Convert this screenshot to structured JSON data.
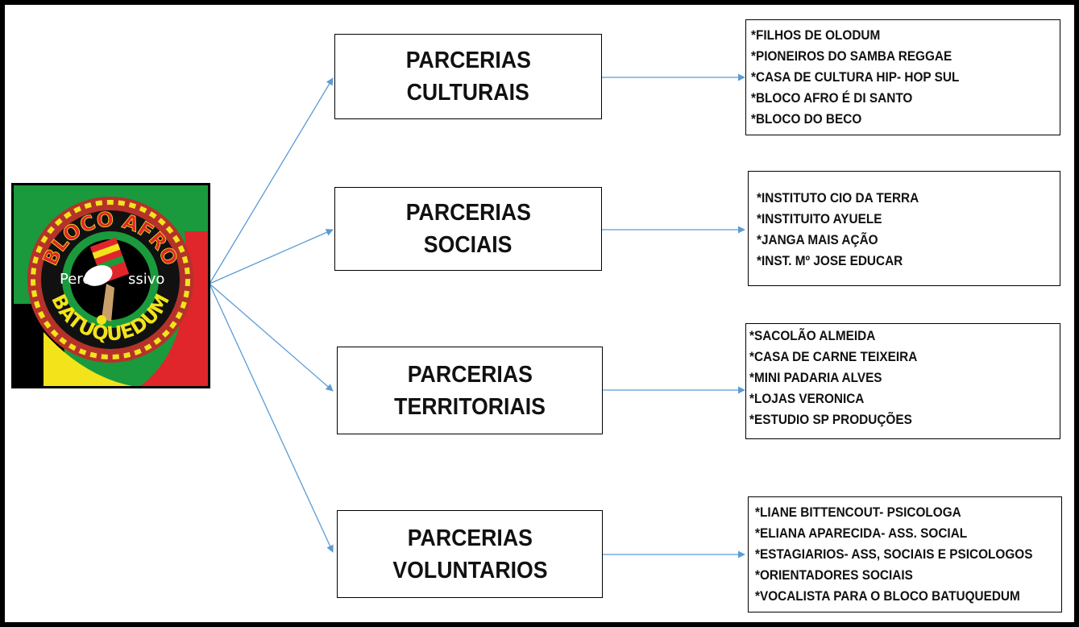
{
  "logo": {
    "arc_top": "BLOCO AFRO",
    "arc_bottom": "BATUQUEDUM",
    "side_left": "Percu",
    "side_right": "ssivo"
  },
  "categories": [
    {
      "line1": "PARCERIAS",
      "line2": "CULTURAIS",
      "items": [
        "*FILHOS DE OLODUM",
        "*PIONEIROS DO SAMBA REGGAE",
        "*CASA DE CULTURA HIP- HOP SUL",
        "*BLOCO AFRO É DI SANTO",
        "*BLOCO DO BECO"
      ]
    },
    {
      "line1": "PARCERIAS",
      "line2": "SOCIAIS",
      "items": [
        "*INSTITUTO CIO DA TERRA",
        "*INSTITUITO AYUELE",
        "*JANGA MAIS AÇÃO",
        "*INST. Mº JOSE EDUCAR"
      ]
    },
    {
      "line1": "PARCERIAS",
      "line2": "TERRITORIAIS",
      "items": [
        "*SACOLÃO ALMEIDA",
        "*CASA DE CARNE TEIXEIRA",
        "*MINI PADARIA ALVES",
        "*LOJAS VERONICA",
        "*ESTUDIO SP PRODUÇÕES"
      ]
    },
    {
      "line1": "PARCERIAS",
      "line2": "VOLUNTARIOS",
      "items": [
        "*LIANE BITTENCOUT- PSICOLOGA",
        "*ELIANA APARECIDA- ASS. SOCIAL",
        "*ESTAGIARIOS- ASS, SOCIAIS E PSICOLOGOS",
        "*ORIENTADORES SOCIAIS",
        "*VOCALISTA PARA O BLOCO BATUQUEDUM"
      ]
    }
  ],
  "colors": {
    "arrow": "#5b9bd5",
    "green": "#1a9a3c",
    "yellow": "#f2e31b",
    "red": "#e0262b",
    "black": "#000000"
  }
}
